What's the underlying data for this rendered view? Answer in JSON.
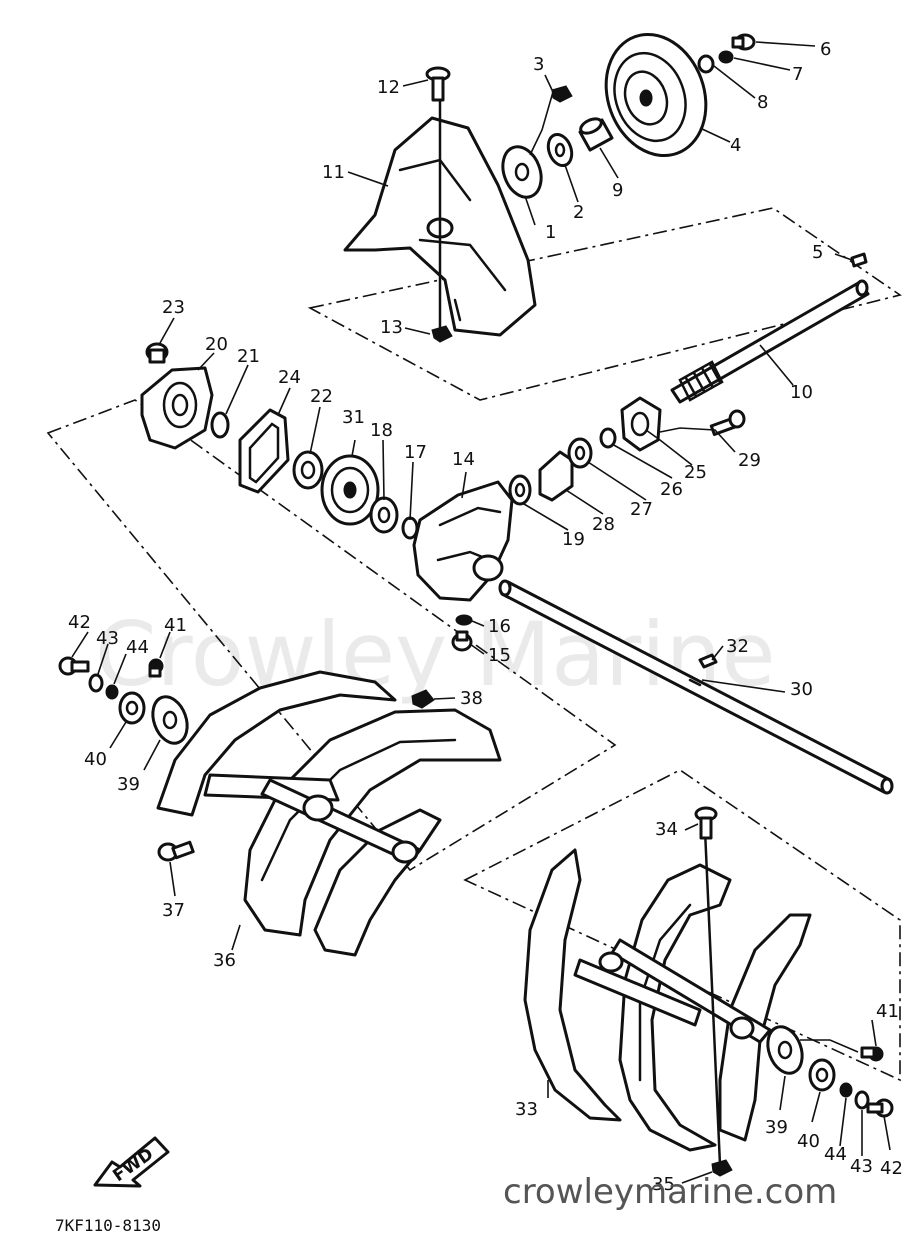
{
  "diagram": {
    "callouts": [
      "1",
      "2",
      "3",
      "4",
      "5",
      "6",
      "7",
      "8",
      "9",
      "10",
      "11",
      "12",
      "13",
      "14",
      "15",
      "16",
      "17",
      "18",
      "19",
      "20",
      "21",
      "22",
      "23",
      "24",
      "25",
      "26",
      "27",
      "28",
      "29",
      "30",
      "31",
      "32",
      "33",
      "34",
      "35",
      "36",
      "37",
      "38",
      "39",
      "40",
      "41",
      "42",
      "43",
      "44",
      "41",
      "42",
      "43",
      "44",
      "39",
      "40"
    ],
    "direction_label": "FWD",
    "drawing_code": "7KF110-8130"
  },
  "watermark": {
    "center_text": "Crowley Marine",
    "footer_text": "crowleymarine.com"
  }
}
